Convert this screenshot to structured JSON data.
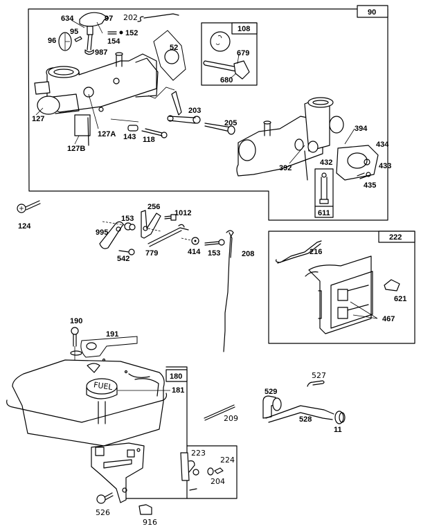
{
  "diagram": {
    "title": "",
    "groups": [
      {
        "id": "90",
        "label": "90"
      },
      {
        "id": "108",
        "label": "108"
      },
      {
        "id": "222",
        "label": "222"
      },
      {
        "id": "180",
        "label": "180"
      },
      {
        "id": "611",
        "label": "611"
      }
    ],
    "parts": {
      "p634": "634",
      "p97": "97",
      "p202": "202",
      "p95": "95",
      "p152": "152",
      "p96": "96",
      "p154": "154",
      "p987": "987",
      "p52": "52",
      "p679": "679",
      "p680": "680",
      "p127": "127",
      "p127a": "127A",
      "p127b": "127B",
      "p143": "143",
      "p118": "118",
      "p203": "203",
      "p205": "205",
      "p394": "394",
      "p434": "434",
      "p392": "392",
      "p432": "432",
      "p433": "433",
      "p435": "435",
      "p124": "124",
      "p153a": "153",
      "p256": "256",
      "p1012": "1012",
      "p995": "995",
      "p542": "542",
      "p779": "779",
      "p414": "414",
      "p153b": "153",
      "p208": "208",
      "p216": "216",
      "p621": "621",
      "p467": "467",
      "p190": "190",
      "p191": "191",
      "p181": "181",
      "fuel": "FUEL",
      "p527": "527",
      "p529": "529",
      "p528": "528",
      "p11": "11",
      "p209": "209",
      "p223": "223",
      "p224": "224",
      "p204": "204",
      "p526": "526",
      "p916": "916"
    }
  }
}
